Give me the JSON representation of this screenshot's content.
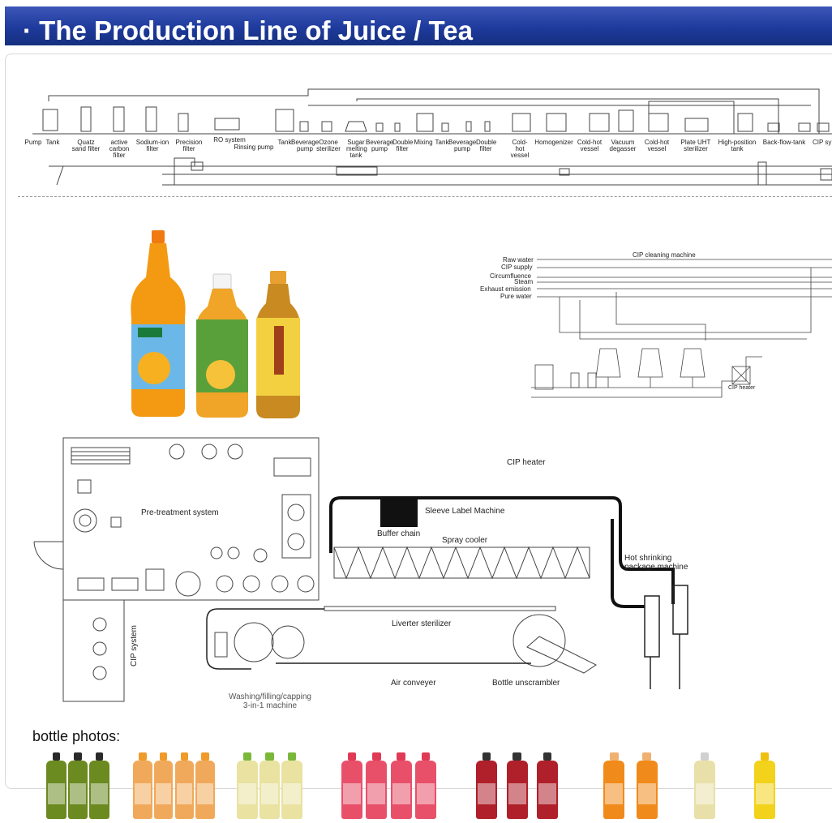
{
  "header": {
    "title": "· The Production Line of Juice / Tea",
    "color": "#1e3a9c"
  },
  "top_diagram": {
    "equipment": [
      "Pump",
      "Tank",
      "Quatz sand filter",
      "active carbon filter",
      "Sodium-ion filter",
      "Precision filter",
      "RO system",
      "Rinsing pump",
      "Tank",
      "Beverage pump",
      "Ozone sterilizer",
      "Sugar melting tank",
      "Beverage pump",
      "Double filter",
      "Mixing",
      "Tank",
      "Beverage pump",
      "Double filter",
      "Cold-hot vessel",
      "Homogenizer",
      "Cold-hot vessel",
      "Vacuum degasser",
      "Cold-hot vessel",
      "Plate UHT sterilizer",
      "High-position tank",
      "Back-flow-tank",
      "CIP sy"
    ]
  },
  "cip_diagram": {
    "title": "CIP cleaning machine",
    "lines": [
      "Raw water",
      "CIP supply",
      "Circumfluence",
      "Steam",
      "Exhaust emission",
      "Pure water"
    ],
    "heater_label": "CIP heater"
  },
  "layout_diagram": {
    "labels": {
      "pretreatment": "Pre-treatment system",
      "cip_heater": "CIP heater",
      "sleeve_label": "Sleeve Label Machine",
      "buffer_chain": "Buffer chain",
      "spray_cooler": "Spray cooler",
      "hot_shrinking": "Hot shrinking package machine",
      "liverter": "Liverter sterilizer",
      "cip_system": "CIP system",
      "washing": "Washing/filling/capping 3-in-1 machine",
      "air_conveyer": "Air conveyer",
      "unscrambler": "Bottle unscrambler"
    }
  },
  "hero_bottles": [
    {
      "name": "orange-juice-bottle",
      "color": "#f39a12"
    },
    {
      "name": "mango-juice-bottle",
      "color": "#f0a428"
    },
    {
      "name": "tea-bottle",
      "color": "#c98a22"
    }
  ],
  "photos": {
    "label": "bottle photos:",
    "groups": [
      {
        "name": "kiwi-juice",
        "count": 3,
        "color": "#6b8a1f",
        "cap": "#2a2a2a"
      },
      {
        "name": "orange-juice-small",
        "count": 4,
        "color": "#f0a95a",
        "cap": "#f09a2a"
      },
      {
        "name": "apple-juice",
        "count": 3,
        "color": "#e9e2a0",
        "cap": "#7ab83a"
      },
      {
        "name": "mixed-fruit-juice",
        "count": 4,
        "color": "#e8506a",
        "cap": "#e03a55"
      },
      {
        "name": "tomato-juice",
        "count": 3,
        "color": "#b0202a",
        "cap": "#333333"
      },
      {
        "name": "citrus-juice",
        "count": 2,
        "color": "#f08a1a",
        "cap": "#f0b070"
      },
      {
        "name": "tea-juice",
        "count": 1,
        "color": "#e8e0a8",
        "cap": "#d0d0d0"
      },
      {
        "name": "lemon-juice",
        "count": 1,
        "color": "#f2d21a",
        "cap": "#f0c010"
      }
    ]
  }
}
